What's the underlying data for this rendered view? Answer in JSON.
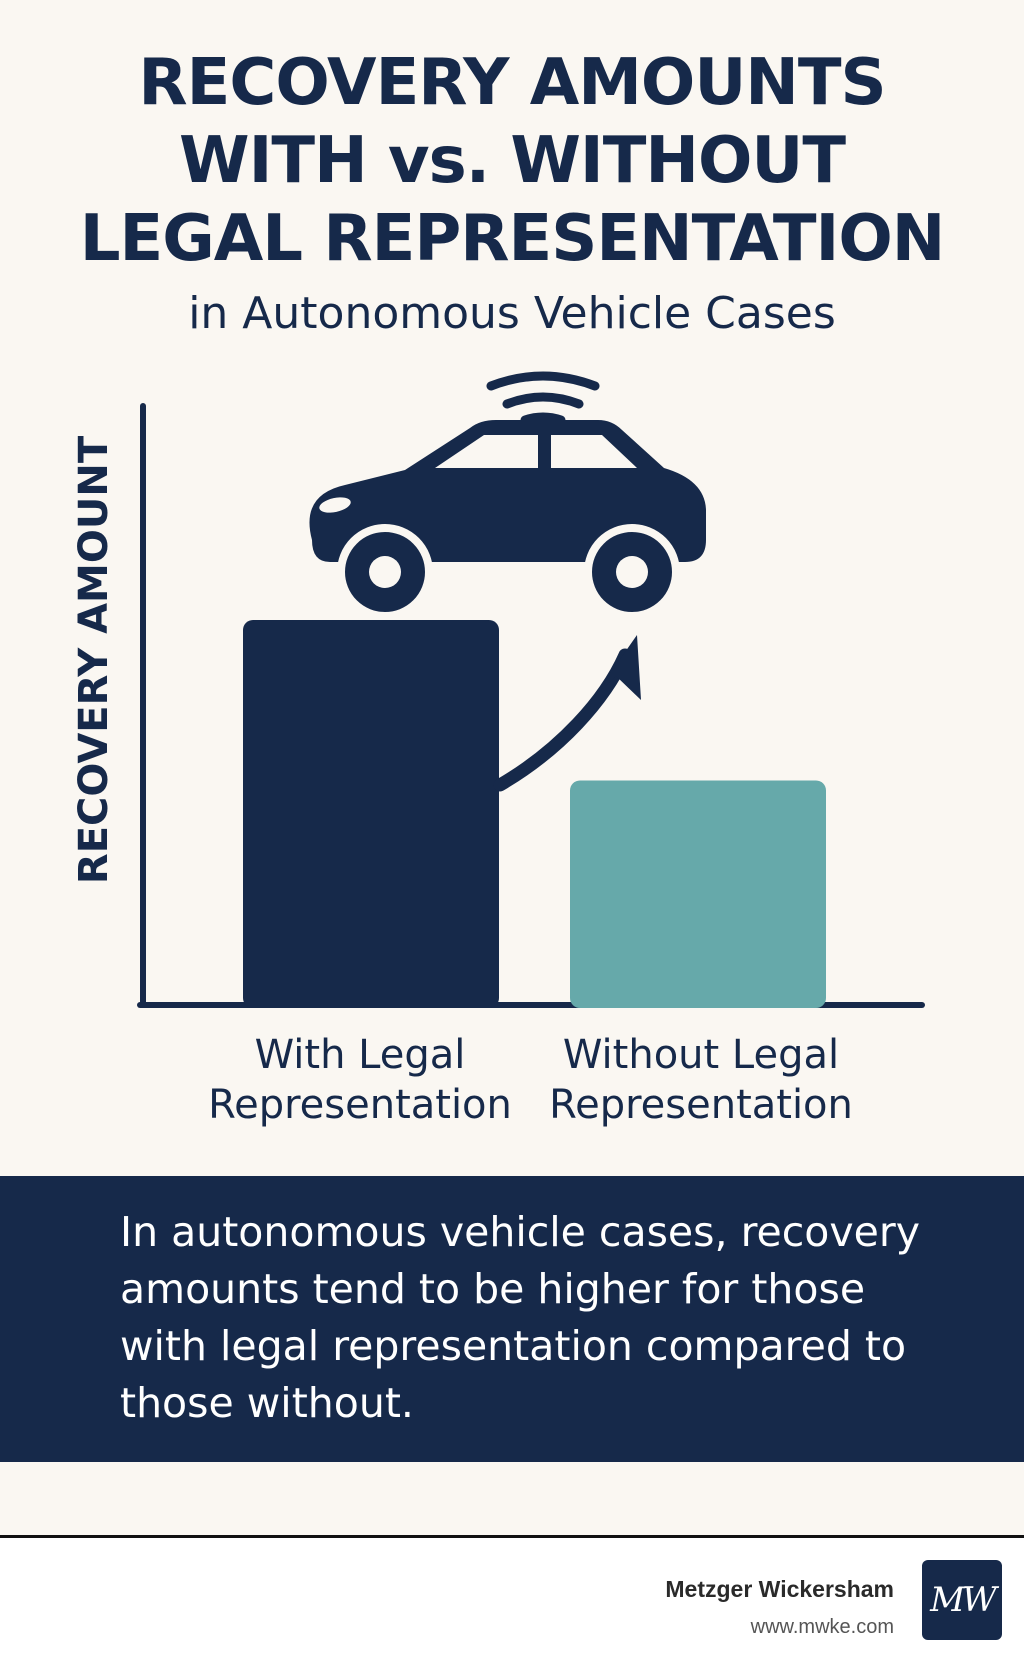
{
  "title": {
    "line1": "RECOVERY AMOUNTS",
    "line2": "WITH vs. WITHOUT",
    "line3": "LEGAL REPRESENTATION",
    "subtitle": "in Autonomous Vehicle Cases"
  },
  "chart_data": {
    "type": "bar",
    "categories": [
      "With Legal Representation",
      "Without Legal Representation"
    ],
    "category_lines": [
      [
        "With Legal",
        "Representation"
      ],
      [
        "Without Legal",
        "Representation"
      ]
    ],
    "values": [
      100,
      58
    ],
    "ylabel": "RECOVERY AMOUNT",
    "ylim": [
      0,
      100
    ],
    "grid": false,
    "bar_colors": [
      "#16294a",
      "#66a9aa"
    ],
    "axis_color": "#16294a",
    "icons": [
      "autonomous-car-icon",
      "trend-arrow-icon"
    ]
  },
  "summary": {
    "text": "In autonomous vehicle cases, recovery amounts tend to be higher for those with legal representation compared to those without."
  },
  "footer": {
    "brand": "Metzger Wickersham",
    "url": "www.mwke.com",
    "logo_text": "MW"
  },
  "colors": {
    "navy": "#16294a",
    "teal": "#66a9aa",
    "background": "#faf7f2"
  }
}
